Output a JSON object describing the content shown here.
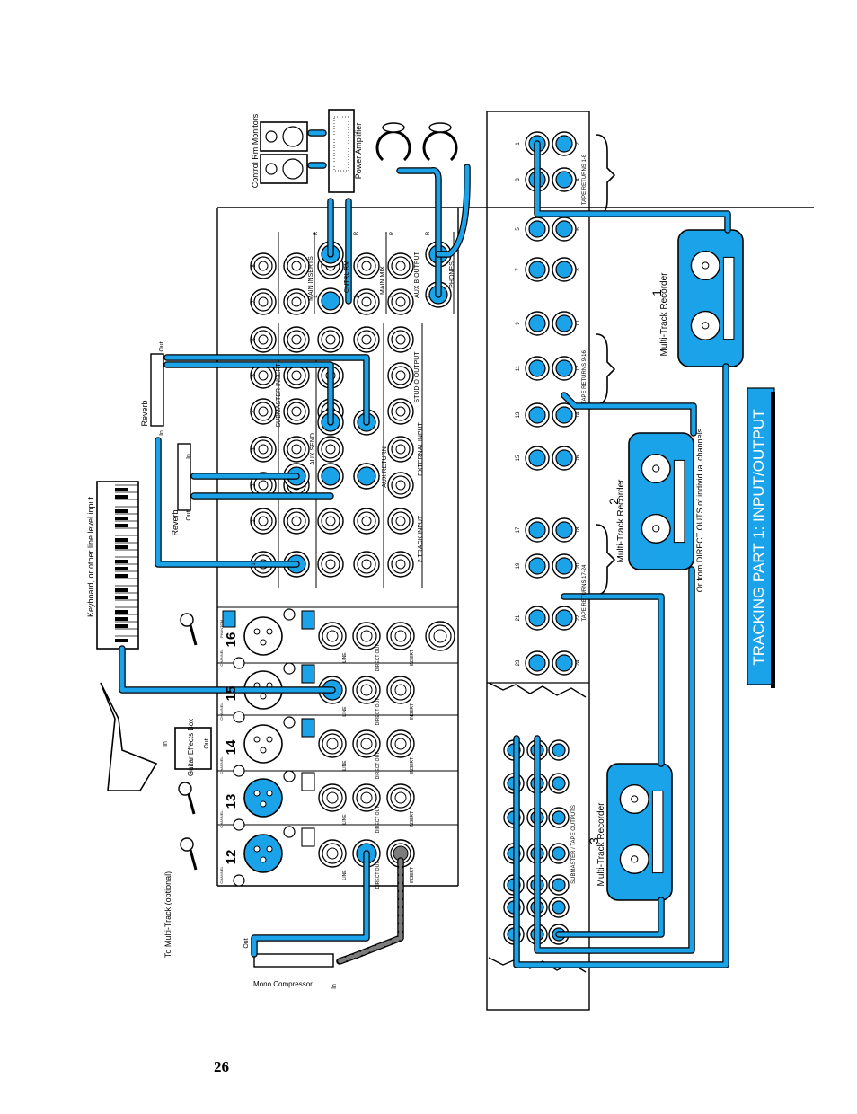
{
  "page_number": "26",
  "title": "TRACKING PART 1: INPUT/OUTPUT",
  "colors": {
    "cable": "#1aa3e8",
    "gray_cable": "#7d7d7d",
    "ink": "#000000",
    "panel": "#ffffff"
  },
  "devices": {
    "control_room_monitors": "Control Rm Monitors",
    "power_amplifier": "Power Amplifier",
    "keyboard": "Keyboard, or other line level input",
    "reverb_a": "Reverb",
    "reverb_b": "Reverb",
    "guitar_fx": "Guitar Effects Box",
    "mono_compressor": "Mono Compressor",
    "to_multitrack": "To Multi-Track (optional)",
    "recorder_1": "Multi-Track Recorder",
    "recorder_2": "Multi-Track Recorder",
    "recorder_3": "Multi-Track Recorder",
    "or_direct_outs": "Or from DIRECT OUTS of individual channels"
  },
  "io_labels": {
    "in": "In",
    "out": "Out"
  },
  "recorder_numbers": [
    "1",
    "2",
    "3"
  ],
  "channels": [
    "16",
    "15",
    "14",
    "13",
    "12"
  ],
  "channel_jacks": {
    "line": "LINE",
    "direct": "DIRECT OUT",
    "insert": "INSERT",
    "phantom": "PHANTOM",
    "channel": "CHANNEL"
  },
  "master_sections": {
    "main_inserts": "MAIN INSERTS",
    "cntrl_rm": "CNTRL RM",
    "main_mix": "MAIN MIX",
    "aux_b_output": "AUX B OUTPUT",
    "phones": "PHONES",
    "submaster_insert": "SUBMASTER INSERT",
    "aux_send": "AUX SEND",
    "aux_return": "AUX RETURN",
    "studio_output": "STUDIO OUTPUT",
    "external_input": "EXTERNAL INPUT",
    "two_track_input": "2 TRACK INPUT"
  },
  "tape_return_labels": [
    "TAPE RETURNS 1-8",
    "TAPE RETURNS 9-16",
    "TAPE RETURNS 17-24"
  ],
  "submaster_outputs": "SUBMASTER / TAPE OUTPUTS",
  "jack_numbers": [
    "1",
    "2",
    "3",
    "4",
    "5",
    "6",
    "7",
    "8",
    "9",
    "10",
    "11",
    "12",
    "13",
    "14",
    "15",
    "16",
    "17",
    "18",
    "19",
    "20",
    "21",
    "22",
    "23",
    "24"
  ],
  "lr": [
    "L",
    "R"
  ]
}
